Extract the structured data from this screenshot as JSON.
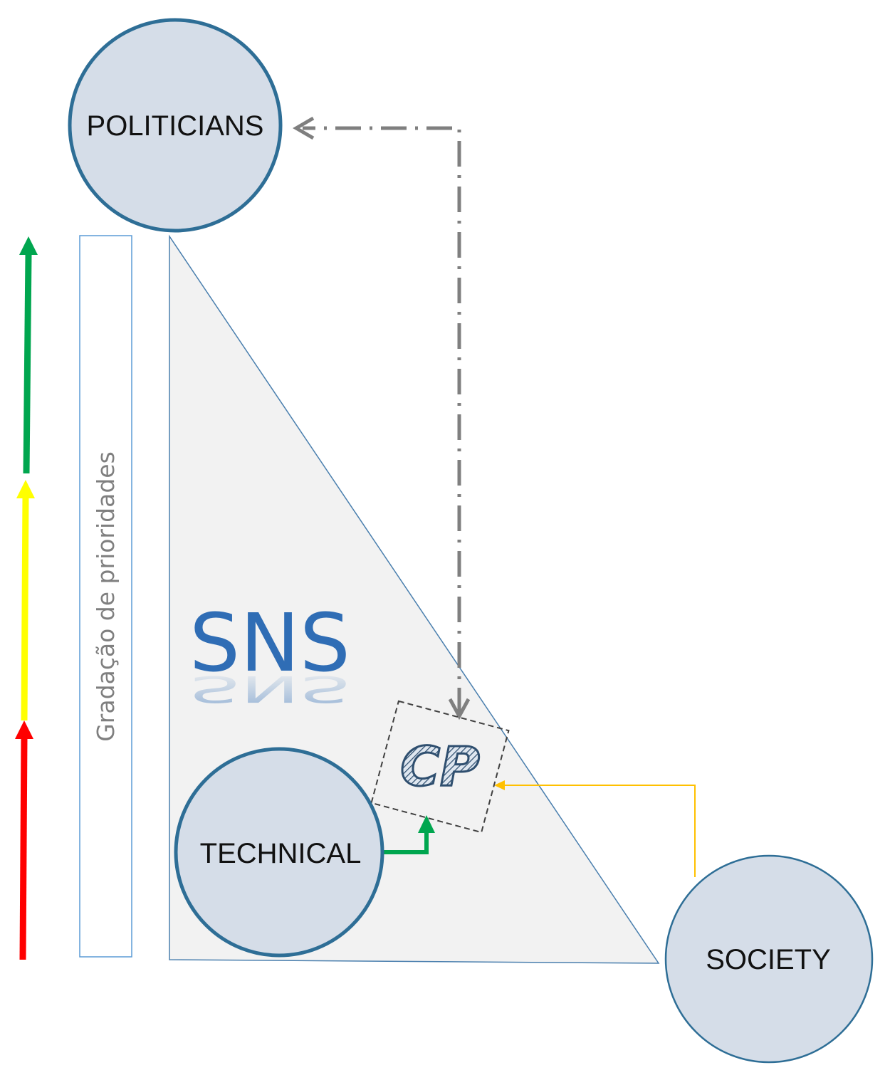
{
  "nodes": {
    "politicians": {
      "label": "POLITICIANS"
    },
    "technical": {
      "label": "TECHNICAL"
    },
    "society": {
      "label": "SOCIETY"
    }
  },
  "sns": {
    "label": "SNS"
  },
  "cp": {
    "label": "CP"
  },
  "priority_bar": {
    "label": "Gradação de prioridades"
  },
  "colors": {
    "node_fill": "#d5dde8",
    "node_stroke": "#2e6e96",
    "triangle_fill": "#f2f2f2",
    "triangle_stroke": "#4a7fae",
    "sns_text": "#2f6db5",
    "green_arrow": "#00a64f",
    "yellow_arrow": "#ffff00",
    "red_arrow": "#ff0000",
    "society_arrow": "#ffc000",
    "politicians_link": "#7f7f7f"
  }
}
